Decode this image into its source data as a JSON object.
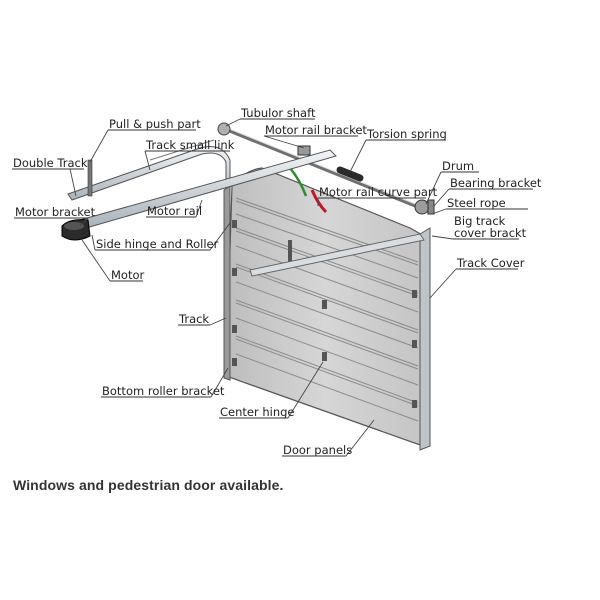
{
  "labels": {
    "tubular_shaft": "Tubulor shaft",
    "pull_push_part": "Pull & push part",
    "motor_rail_bracket": "Motor rail bracket",
    "torsion_spring": "Torsion spring",
    "track_small_link": "Track small link",
    "double_track": "Double Track",
    "drum": "Drum",
    "motor_rail_curve_part": "Motor rail curve part",
    "bearing_bracket": "Bearing bracket",
    "steel_rope": "Steel rope",
    "motor_bracket": "Motor bracket",
    "motor_rail": "Motor rail",
    "big_track_cover_bracket_line1": "Big track",
    "big_track_cover_bracket_line2": "cover brackt",
    "side_hinge_and_roller": "Side hinge and Roller",
    "track_cover": "Track Cover",
    "motor": "Motor",
    "track": "Track",
    "bottom_roller_bracket": "Bottom roller bracket",
    "center_hinge": "Center hinge",
    "door_panels": "Door panels"
  },
  "caption": "Windows and pedestrian door available.",
  "colors": {
    "panel_fill": "#cfcfcf",
    "panel_groove": "#8a8a8a",
    "metal_light": "#e6eaee",
    "metal_dark": "#6b6b6b",
    "spring_green": "#2e8b2e",
    "rope_red": "#c0182a",
    "motor_dark": "#2b2b2b"
  }
}
